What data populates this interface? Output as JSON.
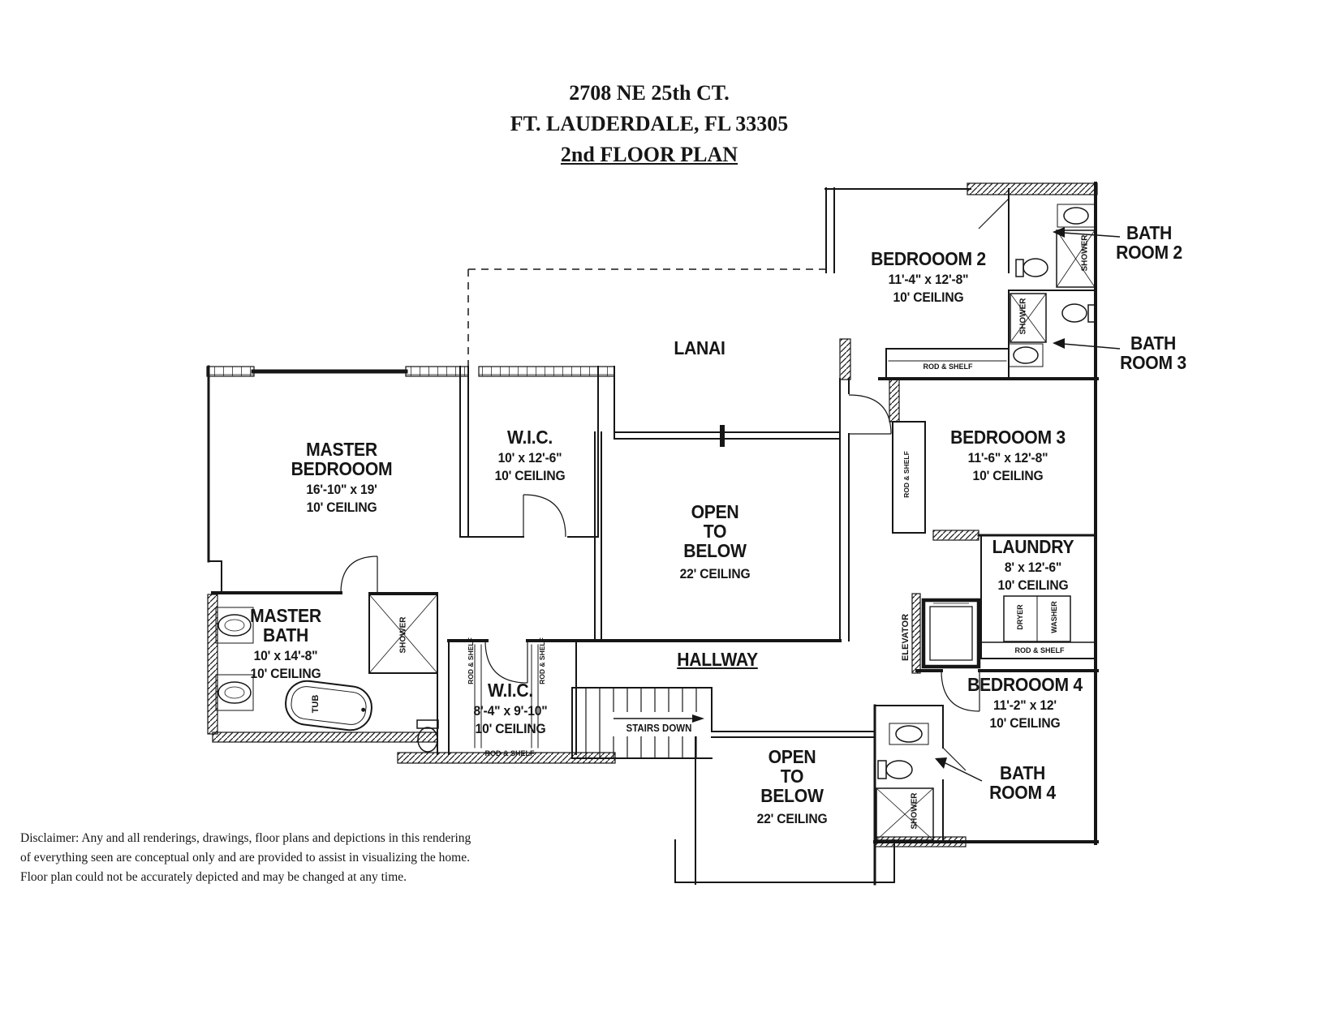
{
  "title": {
    "line1": "2708 NE 25th CT.",
    "line2": "FT. LAUDERDALE, FL 33305",
    "line3": "2nd FLOOR PLAN"
  },
  "rooms": {
    "master_bedroom": {
      "name": "MASTER\nBEDROOOM",
      "dims": "16'-10\" x 19'",
      "ceiling": "10' CEILING"
    },
    "wic1": {
      "name": "W.I.C.",
      "dims": "10' x 12'-6\"",
      "ceiling": "10' CEILING"
    },
    "lanai": {
      "name": "LANAI"
    },
    "bedroom2": {
      "name": "BEDROOOM 2",
      "dims": "11'-4\" x 12'-8\"",
      "ceiling": "10' CEILING"
    },
    "bathroom2": {
      "name": "BATH\nROOM 2"
    },
    "bathroom3": {
      "name": "BATH\nROOM 3"
    },
    "bedroom3": {
      "name": "BEDROOOM 3",
      "dims": "11'-6\" x 12'-8\"",
      "ceiling": "10' CEILING"
    },
    "open_below_upper": {
      "name": "OPEN\nTO\nBELOW",
      "ceiling": "22' CEILING"
    },
    "laundry": {
      "name": "LAUNDRY",
      "dims": "8' x 12'-6\"",
      "ceiling": "10' CEILING"
    },
    "master_bath": {
      "name": "MASTER\nBATH",
      "dims": "10' x 14'-8\"",
      "ceiling": "10' CEILING"
    },
    "wic2": {
      "name": "W.I.C.",
      "dims": "8'-4\" x 9'-10\"",
      "ceiling": "10' CEILING"
    },
    "hallway": {
      "name": "HALLWAY"
    },
    "open_below_lower": {
      "name": "OPEN\nTO\nBELOW",
      "ceiling": "22' CEILING"
    },
    "bedroom4": {
      "name": "BEDROOOM 4",
      "dims": "11'-2\" x 12'",
      "ceiling": "10' CEILING"
    },
    "bathroom4": {
      "name": "BATH\nROOM 4"
    }
  },
  "fixtures": {
    "stairs": "STAIRS DOWN",
    "elevator": "ELEVATOR",
    "tub": "TUB",
    "shower": "SHOWER",
    "washer": "WASHER",
    "dryer": "DRYER",
    "rod_shelf": "ROD & SHELF"
  },
  "disclaimer": {
    "line1": "Disclaimer: Any and all renderings, drawings, floor plans and depictions in this rendering",
    "line2": "of everything seen are conceptual only and are provided to assist in visualizing the home.",
    "line3": "Floor plan could not be accurately depicted and may be changed at any time."
  }
}
